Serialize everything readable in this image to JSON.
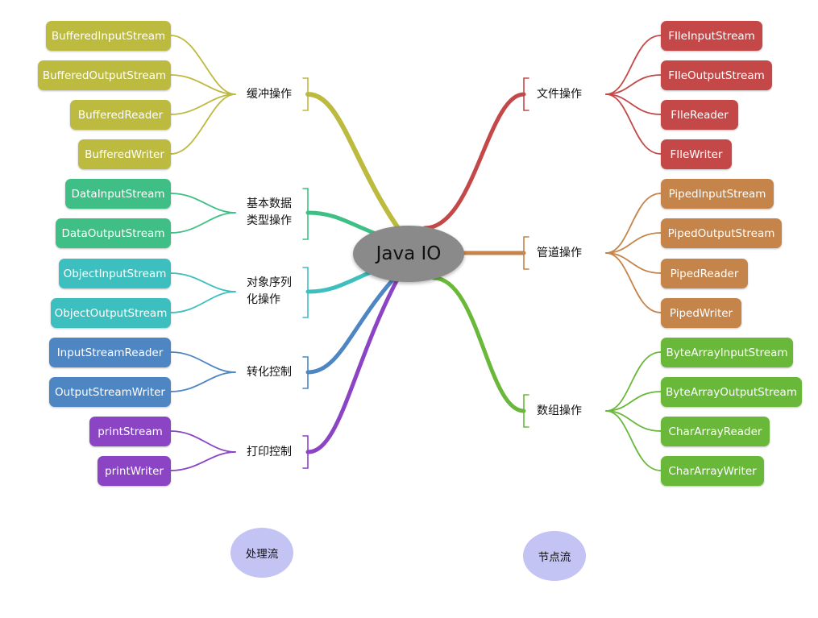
{
  "root": {
    "label": "Java IO"
  },
  "left_groups": [
    {
      "label": "缓冲操作",
      "color": "#bcba3f",
      "leaves": [
        "BufferedInputStream",
        "BufferedOutputStream",
        "BufferedReader",
        "BufferedWriter"
      ]
    },
    {
      "label": "基本数据\n类型操作",
      "color": "#3fbf85",
      "leaves": [
        "DataInputStream",
        "DataOutputStream"
      ]
    },
    {
      "label": "对象序列\n化操作",
      "color": "#3ebfbf",
      "leaves": [
        "ObjectInputStream",
        "ObjectOutputStream"
      ]
    },
    {
      "label": "转化控制",
      "color": "#4e86c4",
      "leaves": [
        "InputStreamReader",
        "OutputStreamWriter"
      ]
    },
    {
      "label": "打印控制",
      "color": "#8a44c4",
      "leaves": [
        "printStream",
        "printWriter"
      ]
    }
  ],
  "right_groups": [
    {
      "label": "文件操作",
      "color": "#c44848",
      "leaves": [
        "FIleInputStream",
        "FIleOutputStream",
        "FIleReader",
        "FIleWriter"
      ]
    },
    {
      "label": "管道操作",
      "color": "#c4844a",
      "leaves": [
        "PipedInputStream",
        "PipedOutputStream",
        "PipedReader",
        "PipedWriter"
      ]
    },
    {
      "label": "数组操作",
      "color": "#6ab83a",
      "leaves": [
        "ByteArrayInputStream",
        "ByteArrayOutputStream",
        "CharArrayReader",
        "CharArrayWriter"
      ]
    }
  ],
  "footer": {
    "left_label": "处理流",
    "right_label": "节点流",
    "bubble_color": "#c3c3f4"
  }
}
